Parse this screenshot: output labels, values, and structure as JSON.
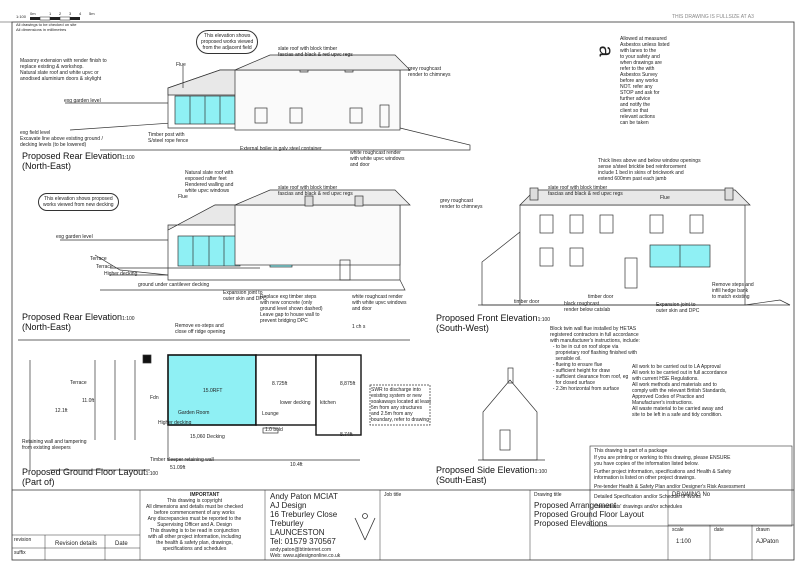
{
  "header": {
    "scale_ratio": "1:100",
    "scale_marks": [
      "0m",
      "1",
      "2",
      "3",
      "4",
      "5m"
    ],
    "scale_note_1": "All drawings to be checked on site",
    "scale_note_2": "All dimensions in millimetres",
    "not_to_scale": "THIS DRAWING IS FULLSIZE AT A3"
  },
  "elev1": {
    "title": "Proposed Rear Elevation",
    "subtitle": "(North-East)",
    "scale": "1:100",
    "cloud": "This elevation shows\nproposed works viewed\nfrom the adjacent field",
    "notes": {
      "masonry": "Masonry extension with render finish to\nreplace existing & workshop.\nNatural slate roof and white upvc or\nanodised aluminium doors & skylight",
      "flue": "Flue",
      "slate_roof": "slate roof with block timber\nfascias and black & red upvc regs",
      "grey_render": "grey roughcast\nrender to chimneys",
      "garden_level": "exg garden level",
      "field_level": "exg field level\nExcavate line above existing ground /\ndecking levels (to be lowered)",
      "timber_post": "Timber post with\nS/steel rope fence",
      "boiler": "External boiler in galv steel container",
      "white_render": "white roughcast render\nwith white upvc windows\nand door"
    }
  },
  "elev2": {
    "title": "Proposed Rear Elevation",
    "subtitle": "(North-East)",
    "scale": "1:100",
    "cloud": "This elevation shows proposed\nworks viewed from new decking",
    "notes": {
      "natural_slate": "Natural slate roof with\nexposed rafter feet\nRendered walling and\nwhite upvc windows",
      "slate_roof": "slate roof with block timber\nfascias and black & red upvc regs",
      "flue": "Flue",
      "garden_level": "exg garden level",
      "terrace": "Terrace",
      "terrace2": "Terrace",
      "higher_decking": "Higher decking",
      "ground_under": "ground under cantilever decking",
      "expansion": "Expansion joint to\nouter skin and DPC",
      "replace_steps": "Replace exg timber steps\nwith new concrete (only\nground level shown dashed)\nLeave gap to house wall to\nprevent bridging DPC",
      "white_render": "white roughcast render\nwith white upvc windows\nand door",
      "remove_steps": "Remove ex-steps and\nclose off ridge opening"
    }
  },
  "front": {
    "title": "Proposed Front Elevation",
    "subtitle": "(South-West)",
    "scale": "1:100",
    "notes": {
      "thick_lines": "Thick lines above and below window openings\nsense s/steel bricktie bed reinforcement\ninclude 1 bed in skins of brickwork and\nextend 600mm past each jamb",
      "grey_render": "grey roughcast\nrender to chimneys",
      "slate_roof": "slate roof with block timber\nfascias and black & red upvc regs",
      "flue": "Flue",
      "timber_door": "timber door",
      "timber_door2": "timber door",
      "black_render": "black roughcast\nrender below catslab",
      "expansion": "Expansion joint to\nouter skin and DPC",
      "remove_steps": "Remove steps and\ninfill hedge bank\nto match existing"
    }
  },
  "plan": {
    "title": "Proposed Ground Floor Layout",
    "subtitle": "(Part of)",
    "scale": "1:100",
    "labels": {
      "area": "15.0RFT",
      "garden_room": "Garden Room",
      "dim_main": "15,060 Decking",
      "dim1": "8.725ft",
      "dim2": "8,875ft",
      "dim3": "8.74ft",
      "dim4": "10.4ft",
      "dim5": "12.1ft",
      "dim6": "11.0ft",
      "dim7": "Fdn",
      "dim8": "51.09ft",
      "lounge": "Lounge",
      "kitchen": "kitchen",
      "retaining": "Retaining wall and tampering\nfrom existing sleepers",
      "timber_sleeper": "Timber sleeper retaining wall",
      "higher_decking": "Higher decking",
      "lower_decking": "lower decking",
      "terrace": "Terrace",
      "swr": "SWR to discharge into\nexisting system or new\nsoakaways located at least\n5m from any structures\nand 2.5m from any\nboundary, refer to drawing",
      "dim_label": "1.0 bold",
      "compass": "1 ch s"
    }
  },
  "side": {
    "title": "Proposed Side Elevation",
    "subtitle": "(South-East)",
    "scale": "1:100",
    "notes": {
      "block": "Block twin wall flue installed by HETAS\nregistered contractors in full accordance\nwith manufacturer's instructions, include:",
      "items": "  - to be in cut on roof slope via\n    proprietary roof flashing finished with\n    sensible oil.\n  - flueing to ensure flue\n  - sufficient height for draw\n  - sufficient clearance from roof, eg\n    for closed surface\n  - 2.3m horizontal from surface",
      "all_work": "All work to be carried out to LA Approval\nAll work to be carried out in full accordance\nwith current HSE Regulations.\nAll work methods and materials and to\ncomply with the relevant British Standards,\nApproved Codes of Practice and\nManufacturer's instructions.\nAll waste material to be carried away and\nsite to be left in a safe and tidy condition."
    }
  },
  "notice": {
    "line1": "This drawing is part of a package",
    "line2": "If you are printing or working to this drawing, please ENSURE\nyou have copies of the information listed below.",
    "line3": "Further project information, specifications and Health & Safety\ninformation is listed on other project drawings.",
    "line4": "Pre-tender Health & Safety Plan and/or Designer's Risk Assessment",
    "line5": "Detailed Specification and/or Schedule of Works",
    "line6": "Consultants' drawings and/or schedules"
  },
  "right_notes": {
    "a": "a",
    "text": "Allowed at measured\nAsbestos unless listed\nwith lanes to the\nto your safety and\nwhen drawings are\nrefer to the with\nAsbestos Survey\nbefore any works\nNOT. refer any\nSTOP and ask for\nfurther advice\nand notify the\nclient so that\nrelevant actions\ncan be taken"
  },
  "titleblock": {
    "revision": "revision",
    "suffix": "suffix",
    "revision_details": "Revision details",
    "date": "Date",
    "important": "IMPORTANT",
    "important_text": "This drawing is copyright\nAll dimensions and details must be checked\nbefore commencement of any works\nAny discrepancies must be reported to the\nSupervising Officer and A. Design\nThis drawing is to be read in conjunction\nwith all other project information, including\nthe health & safety plan, drawings,\nspecifications and schedules",
    "firm_name": "Andy Paton MCIAT",
    "firm_line": "AJ Design",
    "address1": "16 Treburley Close",
    "address2": "Treburley",
    "address3": "LAUNCESTON",
    "tel": "Tel: 01579 370567",
    "email": "andy.paton@btinternet.com",
    "web": "Web: www.ajdesignonline.co.uk",
    "job_title": "Job title",
    "drawing_title": "Drawing title",
    "drawing_items": [
      "Proposed Arrangement",
      "Proposed Ground Floor Layout",
      "Proposed Elevations"
    ],
    "drawing_no": "DRAWING No",
    "scale_label": "scale",
    "date_label": "date",
    "drawn_label": "drawn",
    "scale_value": "1:100",
    "drawn_value": "AJPaton"
  }
}
